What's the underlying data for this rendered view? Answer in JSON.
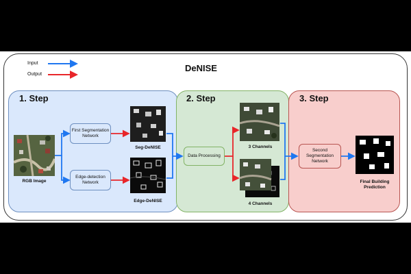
{
  "diagram": {
    "title": "DeNISE",
    "legend": {
      "input_label": "Input",
      "output_label": "Output",
      "input_color": "#1f77f0",
      "output_color": "#e8262a"
    },
    "steps": [
      {
        "label": "1. Step",
        "color": "#dae8fc"
      },
      {
        "label": "2. Step",
        "color": "#d5e8d4"
      },
      {
        "label": "3. Step",
        "color": "#f8cecc"
      }
    ],
    "boxes": {
      "first_seg": "First Segmentation\nNetwork",
      "edge_det": "Edge-detection\nNetwork",
      "data_proc": "Data Processing",
      "second_seg": "Second\nSegmentation\nNetwork"
    },
    "captions": {
      "rgb": "RGB Image",
      "seg_denise": "Seg-DeNISE",
      "edge_denise": "Edge-DeNISE",
      "three_ch": "3 Channels",
      "four_ch": "4 Channels",
      "final": "Final Building\nPrediction"
    }
  }
}
